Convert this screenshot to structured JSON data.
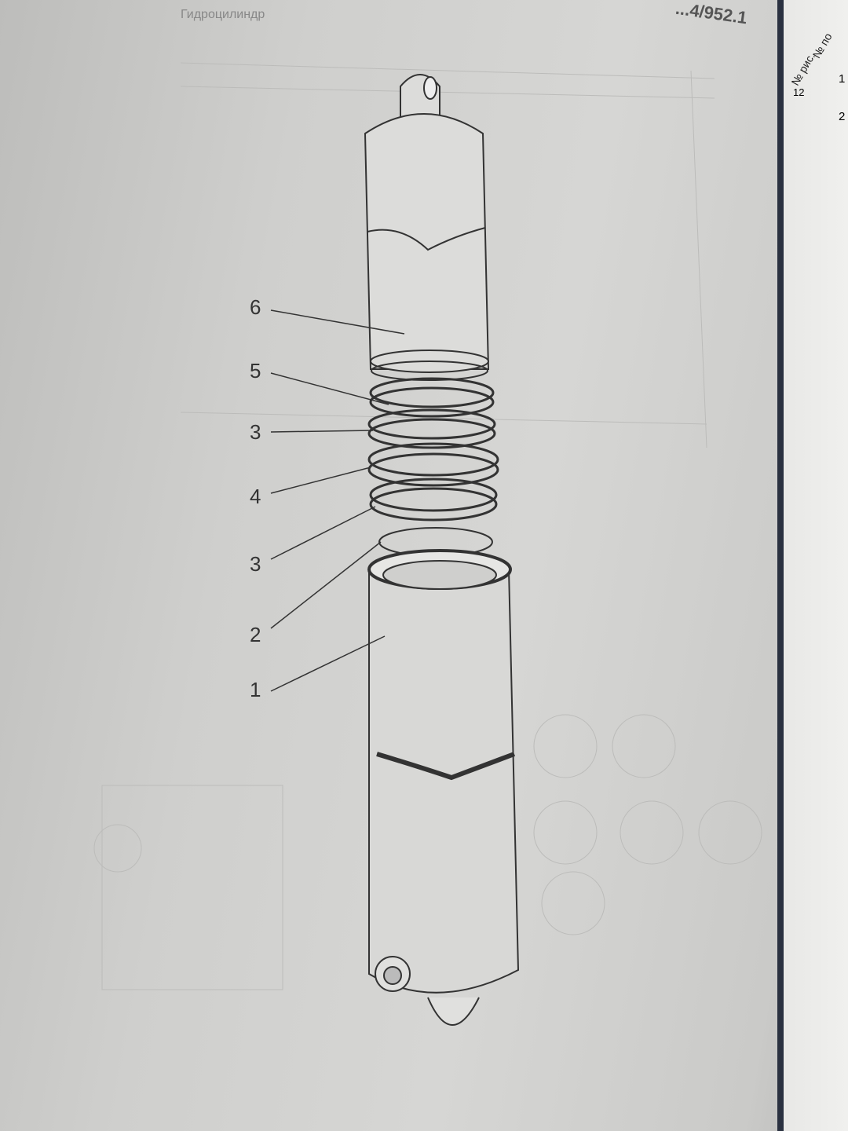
{
  "document": {
    "header_code": "...4/952.1",
    "header_subtitle": "Гидроцилиндр",
    "right_page_table": {
      "headers": [
        "№ рис.",
        "№ по"
      ],
      "figure_ref": "12",
      "rows": [
        "1",
        "2"
      ]
    }
  },
  "diagram": {
    "title": "Hydraulic cylinder exploded view",
    "callouts": [
      "6",
      "5",
      "3",
      "4",
      "3",
      "2",
      "1"
    ]
  }
}
